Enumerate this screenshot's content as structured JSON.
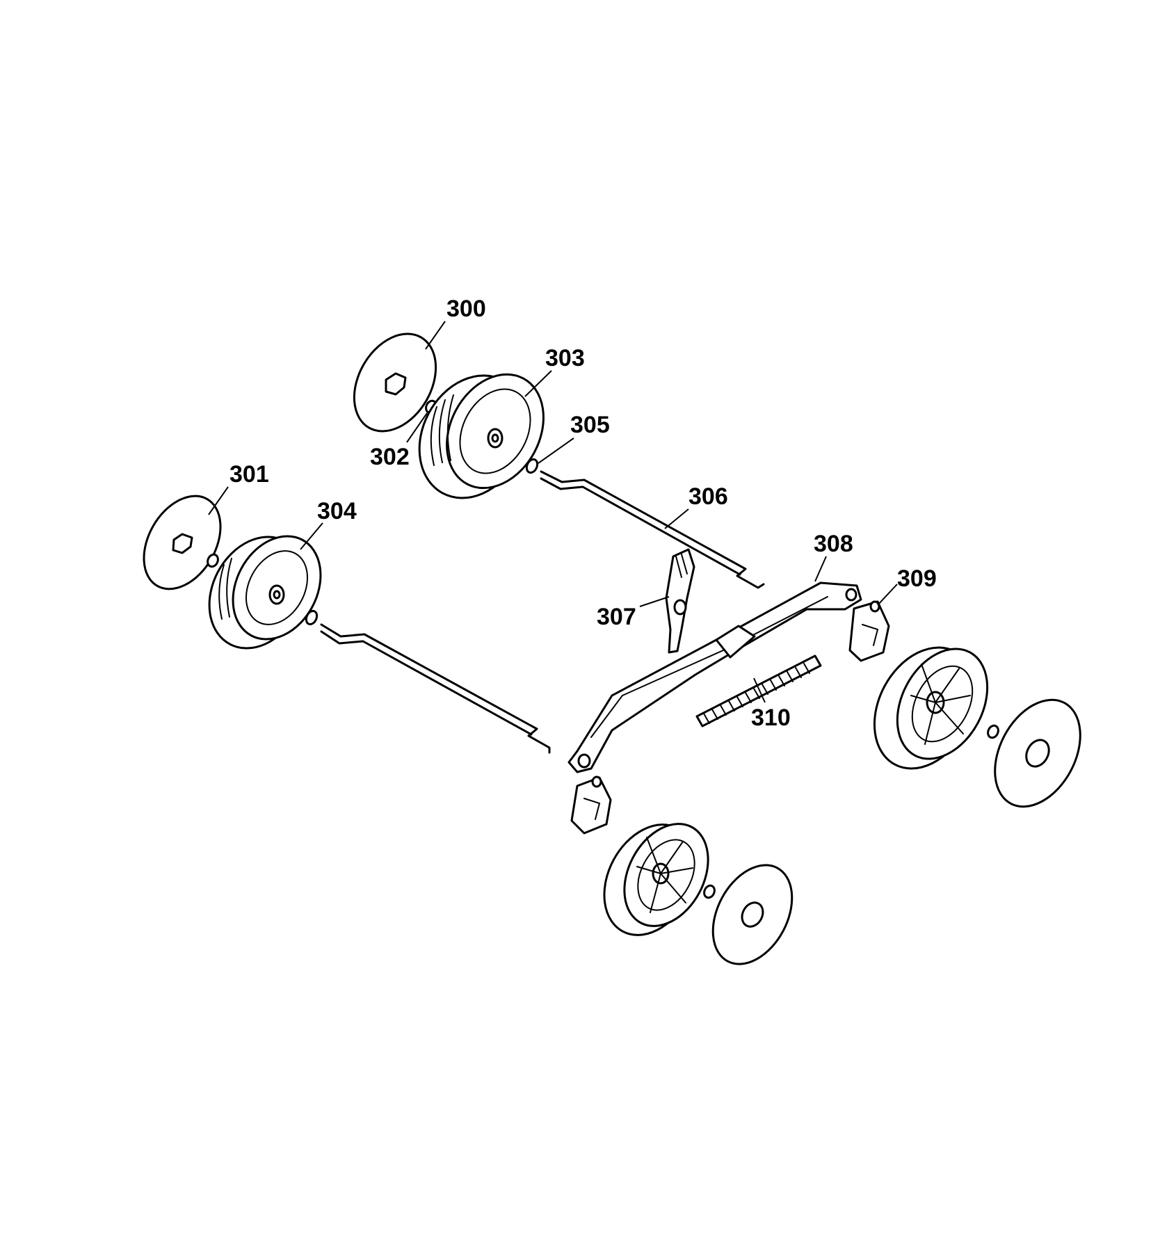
{
  "diagram": {
    "callouts": [
      {
        "id": "300",
        "label": "300"
      },
      {
        "id": "301",
        "label": "301"
      },
      {
        "id": "302",
        "label": "302"
      },
      {
        "id": "303",
        "label": "303"
      },
      {
        "id": "304",
        "label": "304"
      },
      {
        "id": "305",
        "label": "305"
      },
      {
        "id": "306",
        "label": "306"
      },
      {
        "id": "307",
        "label": "307"
      },
      {
        "id": "308",
        "label": "308"
      },
      {
        "id": "309",
        "label": "309"
      },
      {
        "id": "310",
        "label": "310"
      }
    ],
    "colors": {
      "line": "#000000",
      "background": "#ffffff"
    }
  }
}
